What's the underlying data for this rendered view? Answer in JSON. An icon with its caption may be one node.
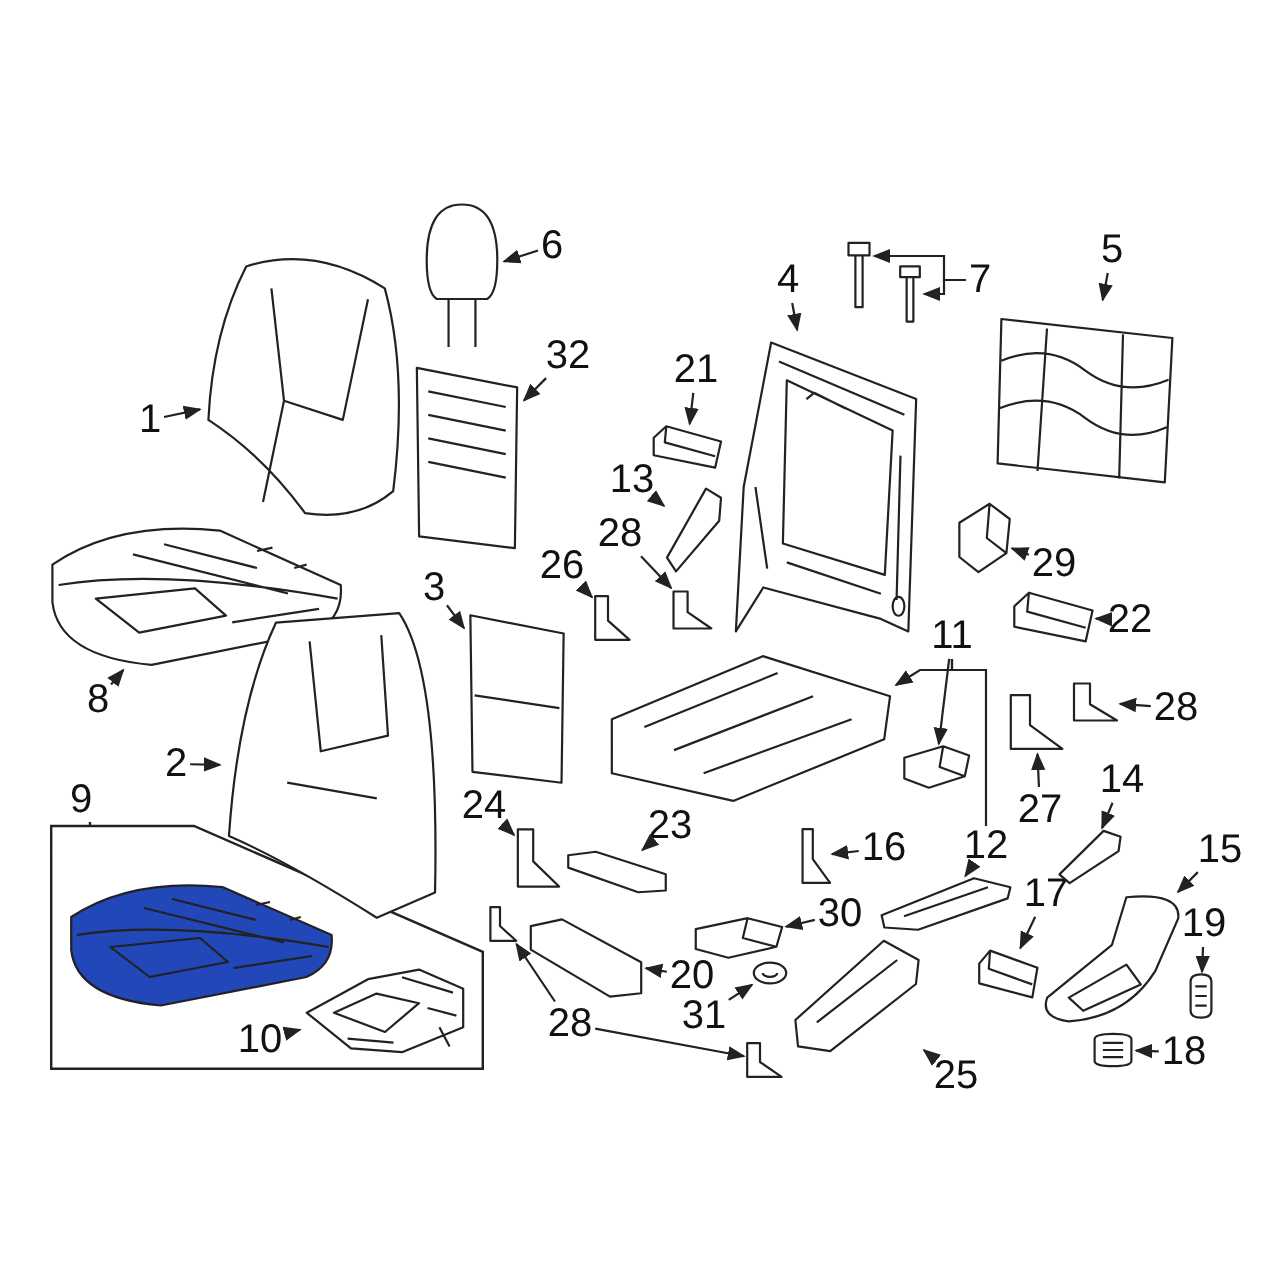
{
  "diagram": {
    "nodes": [
      {
        "text": [
          "1"
        ]
      },
      {
        "text": [
          "6"
        ]
      },
      {
        "text": [
          "32"
        ]
      },
      {
        "text": [
          "4"
        ]
      },
      {
        "text": [
          "7"
        ]
      },
      {
        "text": [
          "5"
        ]
      },
      {
        "text": [
          "21"
        ]
      },
      {
        "text": [
          "13"
        ]
      },
      {
        "text": [
          "28"
        ]
      },
      {
        "text": [
          "26"
        ]
      },
      {
        "text": [
          "3"
        ]
      },
      {
        "text": [
          "29"
        ]
      },
      {
        "text": [
          "8"
        ]
      },
      {
        "text": [
          "22"
        ]
      },
      {
        "text": [
          "11"
        ]
      },
      {
        "text": [
          "28"
        ]
      },
      {
        "text": [
          "2"
        ]
      },
      {
        "text": [
          "27"
        ]
      },
      {
        "text": [
          "9"
        ]
      },
      {
        "text": [
          "24"
        ]
      },
      {
        "text": [
          "23"
        ]
      },
      {
        "text": [
          "16"
        ]
      },
      {
        "text": [
          "12"
        ]
      },
      {
        "text": [
          "14"
        ]
      },
      {
        "text": [
          "15"
        ]
      },
      {
        "text": [
          "17"
        ]
      },
      {
        "text": [
          "30"
        ]
      },
      {
        "text": [
          "19"
        ]
      },
      {
        "text": [
          "20"
        ]
      },
      {
        "text": [
          "10"
        ],
        "in": 18
      },
      {
        "text": [
          "31"
        ]
      },
      {
        "text": [
          "28"
        ]
      },
      {
        "text": [
          "25"
        ]
      },
      {
        "text": [
          "18"
        ]
      },
      {
        "text": [],
        "shape": "picture"
      },
      {
        "text": [],
        "shape": "picture"
      },
      {
        "text": [],
        "shape": "picture"
      },
      {
        "text": [],
        "shape": "picture"
      },
      {
        "text": [],
        "shape": "picture"
      },
      {
        "text": [],
        "shape": "picture"
      },
      {
        "text": [],
        "shape": "picture"
      },
      {
        "text": [],
        "shape": "picture"
      },
      {
        "text": [],
        "shape": "picture"
      },
      {
        "text": [],
        "shape": "picture"
      },
      {
        "text": [],
        "shape": "picture"
      },
      {
        "text": [],
        "shape": "picture"
      },
      {
        "text": [],
        "shape": "picture"
      },
      {
        "text": [],
        "shape": "picture"
      },
      {
        "text": [],
        "shape": "picture"
      },
      {
        "text": [],
        "shape": "picture"
      },
      {
        "text": [],
        "shape": "picture"
      },
      {
        "text": [],
        "shape": "picture"
      },
      {
        "text": [],
        "shape": "picture"
      },
      {
        "text": [],
        "shape": "picture"
      },
      {
        "text": [],
        "shape": "picture",
        "in": 18
      },
      {
        "text": [],
        "shape": "picture"
      },
      {
        "text": [],
        "shape": "picture"
      },
      {
        "text": [],
        "shape": "picture"
      },
      {
        "text": [],
        "shape": "picture"
      },
      {
        "text": [],
        "shape": "picture"
      },
      {
        "text": [],
        "shape": "picture"
      },
      {
        "text": [],
        "shape": "picture"
      },
      {
        "text": [],
        "shape": "picture"
      },
      {
        "text": [],
        "shape": "picture"
      },
      {
        "text": [],
        "shape": "picture"
      },
      {
        "text": [],
        "shape": "picture",
        "in": 18
      },
      {
        "text": [],
        "shape": "picture"
      },
      {
        "text": [],
        "shape": "picture"
      },
      {
        "text": [],
        "shape": "picture"
      },
      {
        "text": [],
        "shape": "picture"
      },
      {
        "text": [],
        "shape": "picture"
      }
    ],
    "edges": [
      {
        "from": 0,
        "to": 34,
        "arrow": "to"
      },
      {
        "from": 1,
        "to": 35,
        "arrow": "to"
      },
      {
        "from": 2,
        "to": 36,
        "arrow": "to"
      },
      {
        "from": 3,
        "to": 37,
        "arrow": "to"
      },
      {
        "from": 4,
        "to": 38,
        "arrow": "to"
      },
      {
        "from": 4,
        "to": 39,
        "arrow": "to"
      },
      {
        "from": 5,
        "to": 40,
        "arrow": "to"
      },
      {
        "from": 6,
        "to": 41,
        "arrow": "to"
      },
      {
        "from": 7,
        "to": 42,
        "arrow": "to"
      },
      {
        "from": 8,
        "to": 43,
        "arrow": "to"
      },
      {
        "from": 9,
        "to": 44,
        "arrow": "to"
      },
      {
        "from": 10,
        "to": 45,
        "arrow": "to"
      },
      {
        "from": 11,
        "to": 46,
        "arrow": "to"
      },
      {
        "from": 12,
        "to": 47,
        "arrow": "to"
      },
      {
        "from": 13,
        "to": 48,
        "arrow": "to"
      },
      {
        "from": 14,
        "to": 49,
        "arrow": "to"
      },
      {
        "from": 14,
        "to": 50,
        "arrow": "to"
      },
      {
        "from": 14,
        "to": 22,
        "arrow": "none"
      },
      {
        "from": 15,
        "to": 51,
        "arrow": "to"
      },
      {
        "from": 16,
        "to": 52,
        "arrow": "to"
      },
      {
        "from": 17,
        "to": 53,
        "arrow": "to"
      },
      {
        "from": 19,
        "to": 55,
        "arrow": "to"
      },
      {
        "from": 20,
        "to": 56,
        "arrow": "to"
      },
      {
        "from": 21,
        "to": 57,
        "arrow": "to"
      },
      {
        "from": 22,
        "to": 58,
        "arrow": "to"
      },
      {
        "from": 23,
        "to": 59,
        "arrow": "to"
      },
      {
        "from": 24,
        "to": 60,
        "arrow": "to"
      },
      {
        "from": 25,
        "to": 61,
        "arrow": "to"
      },
      {
        "from": 26,
        "to": 62,
        "arrow": "to"
      },
      {
        "from": 27,
        "to": 63,
        "arrow": "to"
      },
      {
        "from": 28,
        "to": 64,
        "arrow": "to"
      },
      {
        "from": 29,
        "to": 65,
        "arrow": "to"
      },
      {
        "from": 30,
        "to": 66,
        "arrow": "to"
      },
      {
        "from": 31,
        "to": 67,
        "arrow": "to"
      },
      {
        "from": 31,
        "to": 68,
        "arrow": "to"
      },
      {
        "from": 32,
        "to": 69,
        "arrow": "to"
      },
      {
        "from": 33,
        "to": 70,
        "arrow": "to"
      }
    ]
  }
}
